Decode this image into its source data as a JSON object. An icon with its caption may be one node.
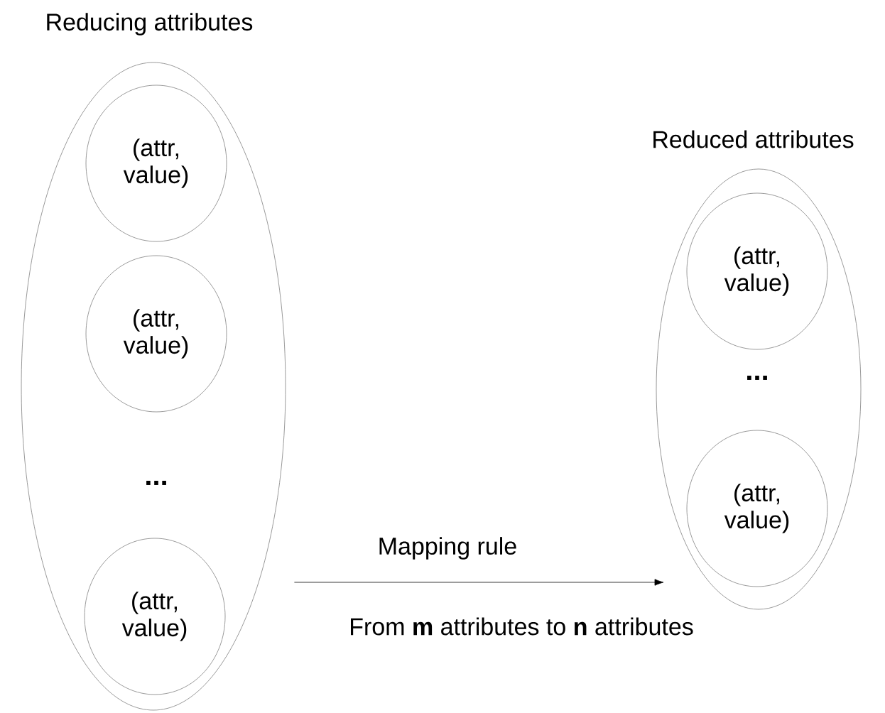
{
  "diagram": {
    "nodes": [
      {
        "text": [
          "Reducing attributes"
        ]
      },
      {
        "text": [
          "(attr, value)"
        ],
        "in": 0
      },
      {
        "text": [
          "(attr, value)"
        ],
        "in": 0
      },
      {
        "text": [
          "(attr, value)"
        ],
        "in": 0
      },
      {
        "text": [
          "Reduced attributes"
        ]
      },
      {
        "text": [
          "(attr, value)"
        ],
        "in": 4
      },
      {
        "text": [
          "(attr, value)"
        ],
        "in": 4
      }
    ],
    "edges": [
      {
        "from": 0,
        "to": 4,
        "arrow": "to",
        "label": "Mapping rule"
      }
    ],
    "labels": [
      "...",
      "...",
      "From **m** attributes to **n** attributes"
    ]
  }
}
